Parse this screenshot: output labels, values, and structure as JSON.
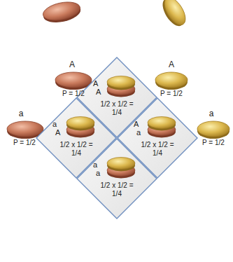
{
  "diagram": {
    "nodes": [
      {
        "text": [
          "A",
          "A",
          "1/2 x 1/2 = 1/4"
        ]
      },
      {
        "text": [
          "a",
          "A",
          "1/2 x 1/2 = 1/4"
        ]
      },
      {
        "text": [
          "A",
          "a",
          "1/2 x 1/2 = 1/4"
        ]
      },
      {
        "text": [
          "a",
          "a",
          "1/2 x 1/2 = 1/4"
        ]
      }
    ],
    "labels": [
      "A",
      "P = 1/2",
      "A",
      "P = 1/2",
      "a",
      "P = 1/2",
      "a",
      "P = 1/2"
    ]
  }
}
